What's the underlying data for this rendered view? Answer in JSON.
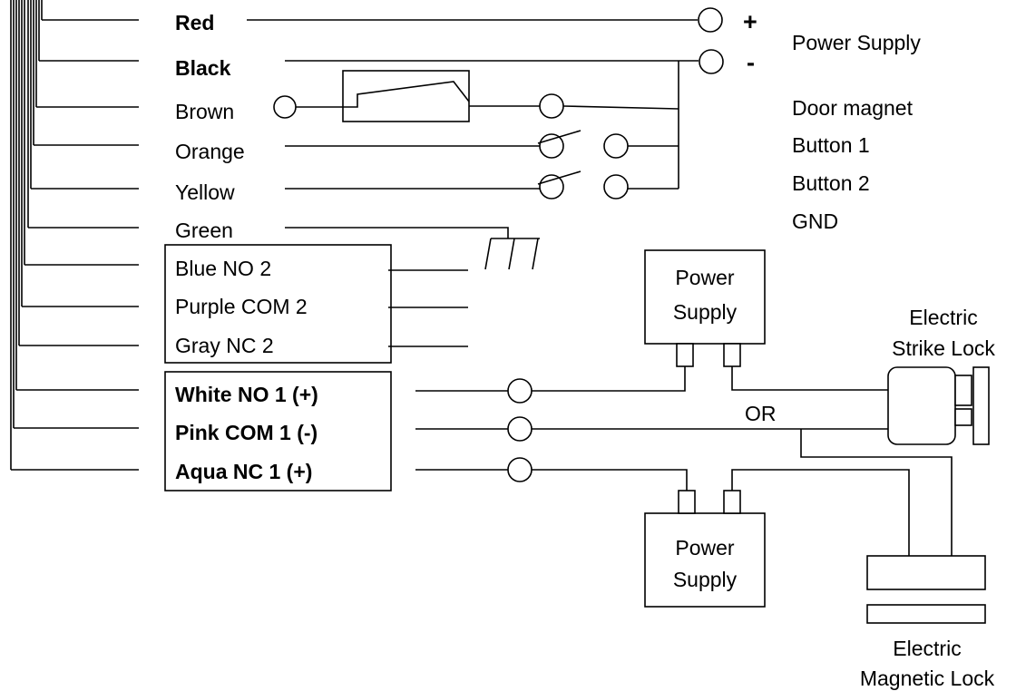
{
  "wires": {
    "red": "Red",
    "black": "Black",
    "brown": "Brown",
    "orange": "Orange",
    "yellow": "Yellow",
    "green": "Green",
    "blue_no2": "Blue NO 2",
    "purple_com2": "Purple COM 2",
    "gray_nc2": "Gray NC 2",
    "white_no1": "White NO 1 (+)",
    "pink_com1": "Pink COM 1 (-)",
    "aqua_nc1": "Aqua NC 1 (+)"
  },
  "polarity": {
    "plus": "+",
    "minus": "-"
  },
  "functions": {
    "power_supply": "Power Supply",
    "door_magnet": "Door magnet",
    "button1": "Button 1",
    "button2": "Button 2",
    "gnd": "GND"
  },
  "power_supply_box": {
    "line1": "Power",
    "line2": "Supply"
  },
  "or_label": "OR",
  "strike_lock": {
    "line1": "Electric",
    "line2": "Strike Lock"
  },
  "mag_lock": {
    "line1": "Electric",
    "line2": "Magnetic Lock"
  }
}
